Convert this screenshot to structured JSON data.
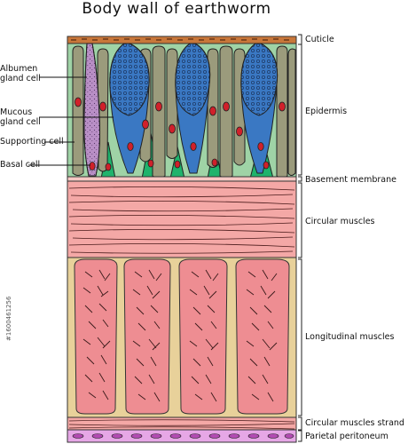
{
  "title": "Body wall of earthworm",
  "left_labels": {
    "albumen": [
      "Albumen",
      "gland cell"
    ],
    "mucous": [
      "Mucous",
      "gland cell"
    ],
    "supporting": "Supporting cell",
    "basal": "Basal  cell"
  },
  "right_labels": {
    "cuticle": "Cuticle",
    "epidermis": "Epidermis",
    "basement": "Basement  membrane",
    "circular": "Circular muscles",
    "longitudinal": "Longitudinal muscles",
    "strand": "Circular muscles strand",
    "peritoneum": "Parietal peritoneum"
  },
  "watermark": "#1600461256",
  "colors": {
    "cuticle": "#c8773a",
    "epidermis_bg": "#9fd3a6",
    "supporting_cell": "#9b9b7c",
    "albumen_cell": "#b98fc6",
    "mucous_cell": "#3a78c3",
    "basal_cell": "#1fb36c",
    "nucleus": "#d0202a",
    "circular_muscle": "#f4a8a6",
    "longitudinal_block": "#ee8d92",
    "connective": "#e8d19a",
    "peritoneum": "#e6a7e6"
  }
}
